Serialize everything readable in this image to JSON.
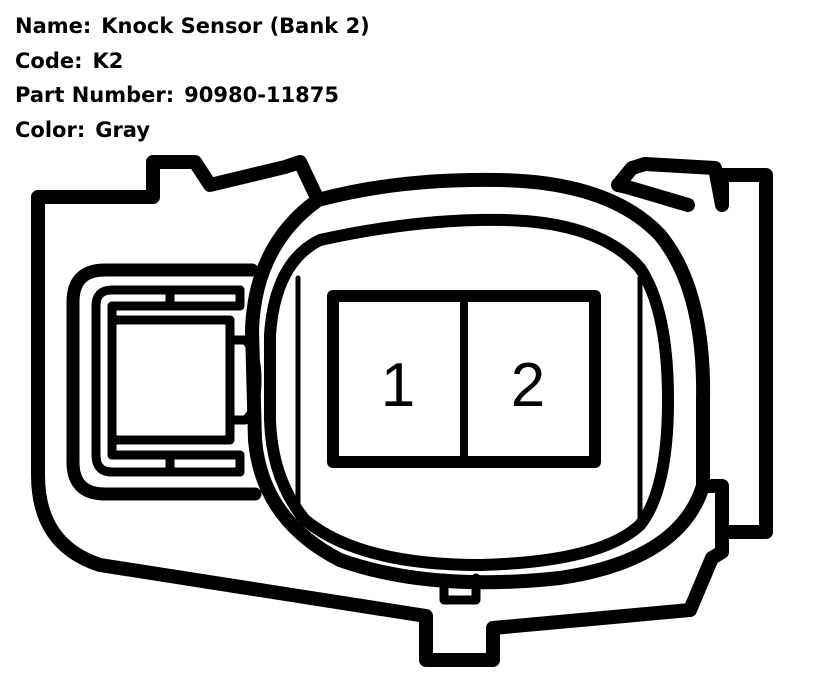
{
  "info": {
    "name_label": "Name:",
    "name_value": "Knock Sensor (Bank 2)",
    "code_label": "Code:",
    "code_value": "K2",
    "part_label": "Part Number:",
    "part_value": "90980-11875",
    "color_label": "Color:",
    "color_value": "Gray"
  },
  "connector": {
    "pins": [
      "1",
      "2"
    ]
  },
  "colors": {
    "line": "#000000",
    "background": "#ffffff"
  }
}
